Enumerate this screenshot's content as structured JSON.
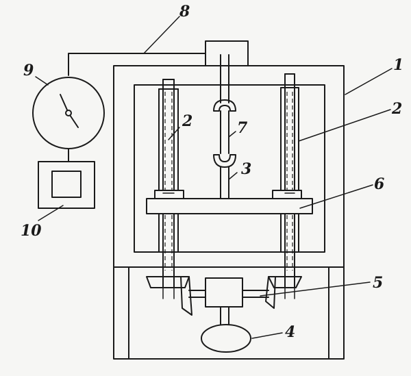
{
  "diagram": {
    "labels": {
      "frame": "1",
      "guide_column": "2",
      "guide_column_right": "2",
      "rod": "3",
      "motor": "4",
      "gearbox": "5",
      "crossbeam": "6",
      "specimen_grip": "7",
      "cable": "8",
      "gauge": "9",
      "recorder": "10"
    }
  }
}
